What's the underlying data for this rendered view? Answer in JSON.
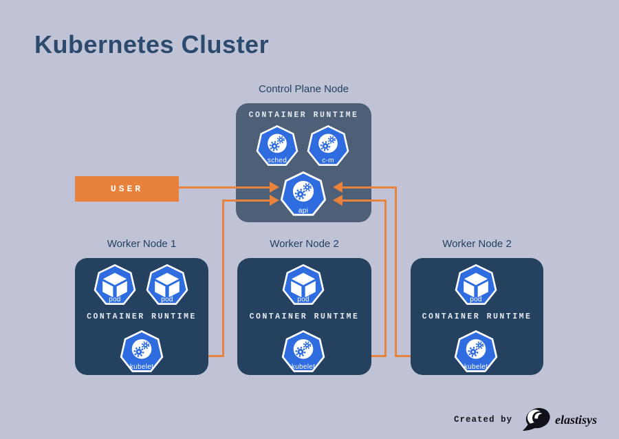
{
  "title": "Kubernetes Cluster",
  "control_plane": {
    "label": "Control Plane Node",
    "runtime_label": "CONTAINER RUNTIME",
    "icons": [
      {
        "id": "scheduler",
        "label": "sched"
      },
      {
        "id": "controller-manager",
        "label": "c-m"
      },
      {
        "id": "api-server",
        "label": "api"
      }
    ]
  },
  "user": {
    "label": "USER"
  },
  "workers": [
    {
      "label": "Worker Node 1",
      "runtime_label": "CONTAINER RUNTIME",
      "pods": [
        "pod",
        "pod"
      ],
      "kubelet_label": "kubelet"
    },
    {
      "label": "Worker Node 2",
      "runtime_label": "CONTAINER RUNTIME",
      "pods": [
        "pod"
      ],
      "kubelet_label": "kubelet"
    },
    {
      "label": "Worker Node 2",
      "runtime_label": "CONTAINER RUNTIME",
      "pods": [
        "pod"
      ],
      "kubelet_label": "kubelet"
    }
  ],
  "edges": [
    {
      "from": "user",
      "to": "api-server",
      "arrowheads": "into-api"
    },
    {
      "from": "api-server",
      "to": "worker-1-kubelet",
      "arrowheads": "both-ends"
    },
    {
      "from": "api-server",
      "to": "worker-2-kubelet",
      "arrowheads": "both-ends"
    },
    {
      "from": "api-server",
      "to": "worker-3-kubelet",
      "arrowheads": "both-ends"
    }
  ],
  "footer": {
    "created_by": "Created by",
    "brand": "elastisys"
  },
  "colors": {
    "background": "#c0c3d6",
    "title": "#2b4a6e",
    "node_label": "#21405f",
    "control_plane_box": "#4e6078",
    "worker_box": "#254160",
    "icon_blue": "#2e6ce0",
    "accent_orange": "#e8823c",
    "runtime_text": "#e6e9f0",
    "logo_black": "#101018"
  }
}
